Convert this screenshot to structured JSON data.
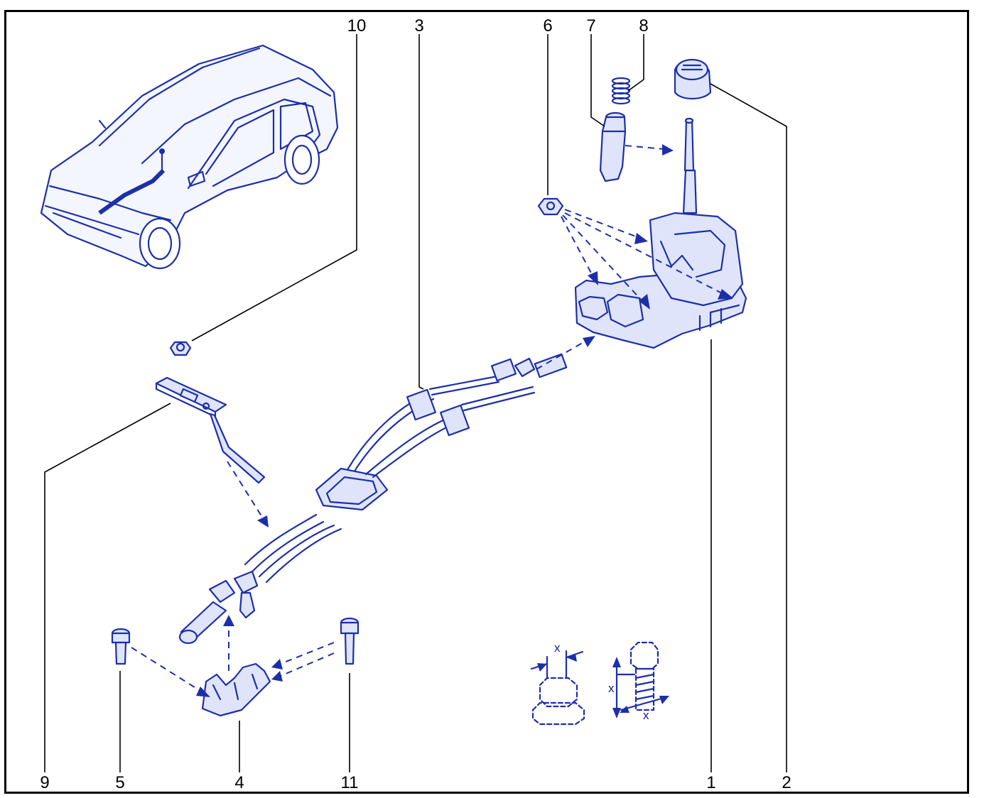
{
  "callouts": {
    "c1": "1",
    "c2": "2",
    "c3": "3",
    "c4": "4",
    "c5": "5",
    "c6": "6",
    "c7": "7",
    "c8": "8",
    "c9": "9",
    "c10": "10",
    "c11": "11"
  },
  "dimension_marks": {
    "nut_x": "x",
    "bolt_x_vertical": "x",
    "bolt_x_horizontal": "x"
  },
  "colors": {
    "line_art": "#1d2fa8",
    "callout_lines": "#000000",
    "frame": "#000000"
  }
}
